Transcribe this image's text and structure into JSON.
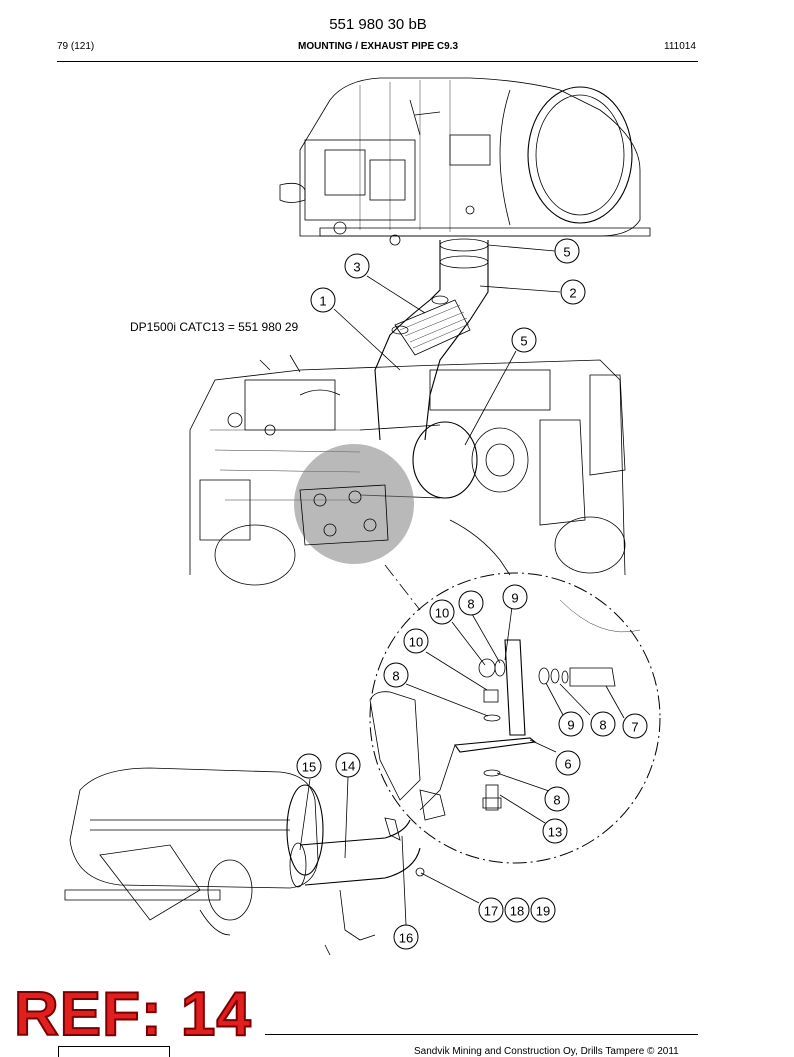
{
  "header": {
    "doc_number": "551 980 30 bB",
    "page_ref": "79 (121)",
    "section_title": "MOUNTING / EXHAUST PIPE C9.3",
    "date_code": "111014"
  },
  "drawing": {
    "variant_note": "DP1500i CATC13 = 551 980 29",
    "callouts": [
      "5",
      "3",
      "2",
      "1",
      "5",
      "10",
      "8",
      "9",
      "10",
      "8",
      "9",
      "8",
      "7",
      "6",
      "15",
      "14",
      "8",
      "13",
      "17",
      "18",
      "19",
      "16"
    ]
  },
  "stamp": {
    "text": "REF: 14",
    "color": "#e21f1f"
  },
  "footer": {
    "copyright": "Sandvik Mining and Construction Oy, Drills Tampere © 2011"
  }
}
